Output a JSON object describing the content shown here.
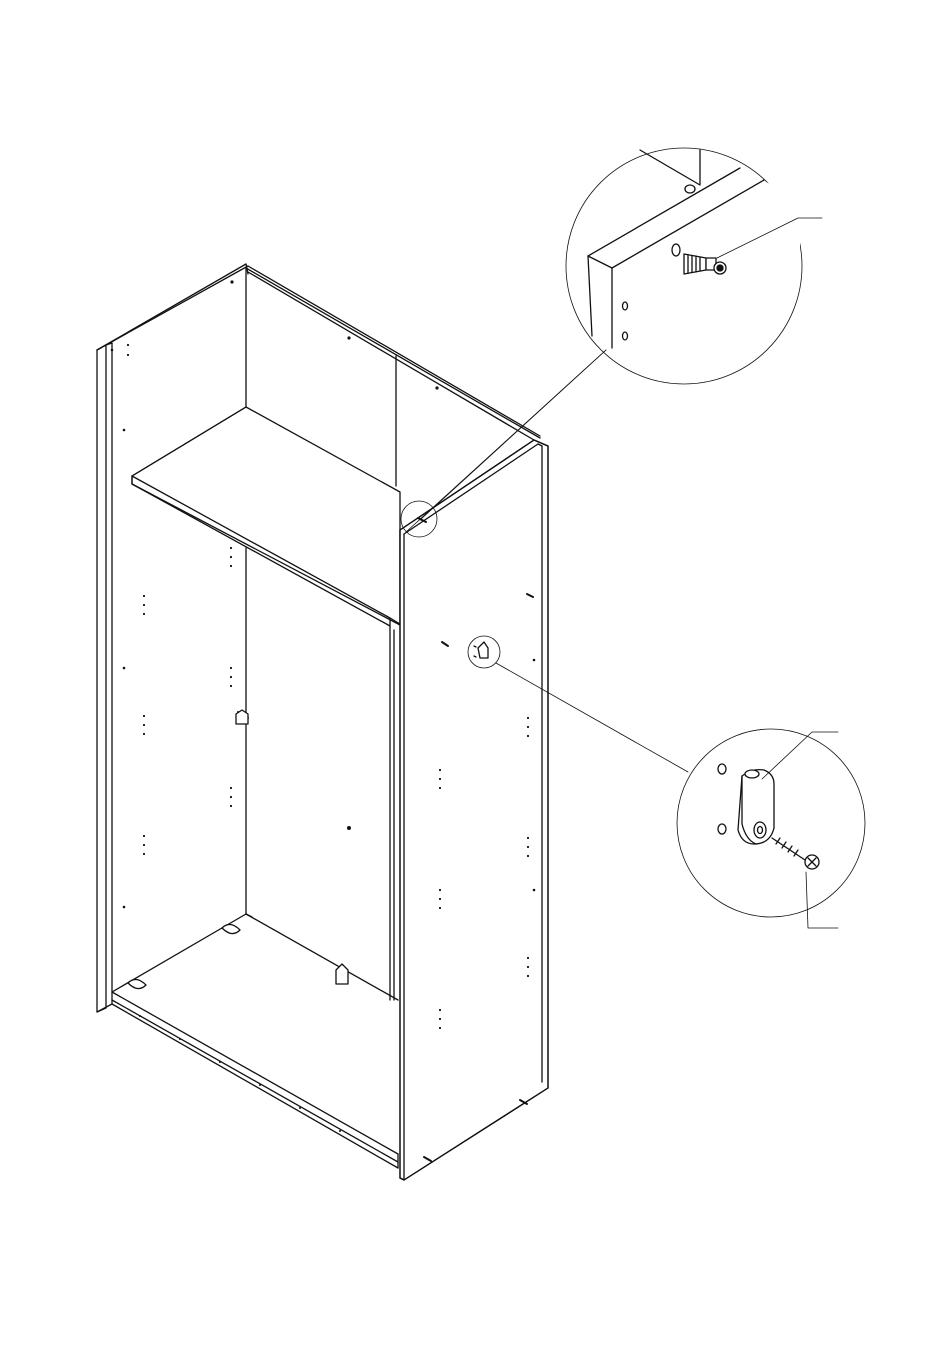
{
  "diagram": {
    "subject": "wardrobe-carcass-assembly",
    "callouts": [
      {
        "id": "top-corner",
        "part": "cam-dowel"
      },
      {
        "id": "side-panel",
        "part": "rail-bracket-and-screw"
      }
    ]
  }
}
